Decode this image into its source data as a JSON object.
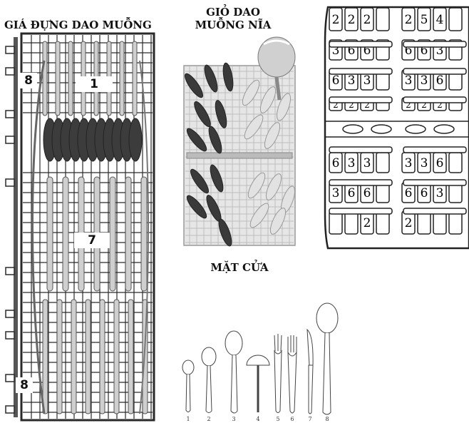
{
  "labels": {
    "rack_title": "GIÁ ĐỰNG DAO MUỖNG",
    "basket_title_line1": "GIỎ DAO",
    "basket_title_line2": "MUỖNG NĨA",
    "door_title": "MẶT CỬA",
    "rack_callout_top": "8",
    "rack_callout_upper": "1",
    "rack_callout_middle": "7",
    "rack_callout_bottom": "8"
  },
  "tray_rows": [
    [
      "2",
      "2",
      "2",
      "",
      "2",
      "5",
      "4",
      ""
    ],
    [
      "3",
      "6",
      "6",
      "",
      "6",
      "6",
      "3",
      ""
    ],
    [
      "6",
      "3",
      "3",
      "",
      "3",
      "3",
      "6",
      ""
    ],
    [
      "2",
      "2",
      "2",
      "",
      "2",
      "2",
      "2",
      ""
    ],
    [
      "6",
      "3",
      "3",
      "",
      "3",
      "3",
      "6",
      ""
    ],
    [
      "3",
      "6",
      "6",
      "",
      "6",
      "6",
      "3",
      ""
    ],
    [
      "",
      "",
      "2",
      "",
      "2",
      "",
      "",
      ""
    ]
  ],
  "cutlery_numbers": [
    "1",
    "2",
    "3",
    "4",
    "5",
    "6",
    "7",
    "8"
  ],
  "colors": {
    "line": "#222222",
    "gray": "#9a9a9a",
    "dark": "#3a3a3a"
  }
}
